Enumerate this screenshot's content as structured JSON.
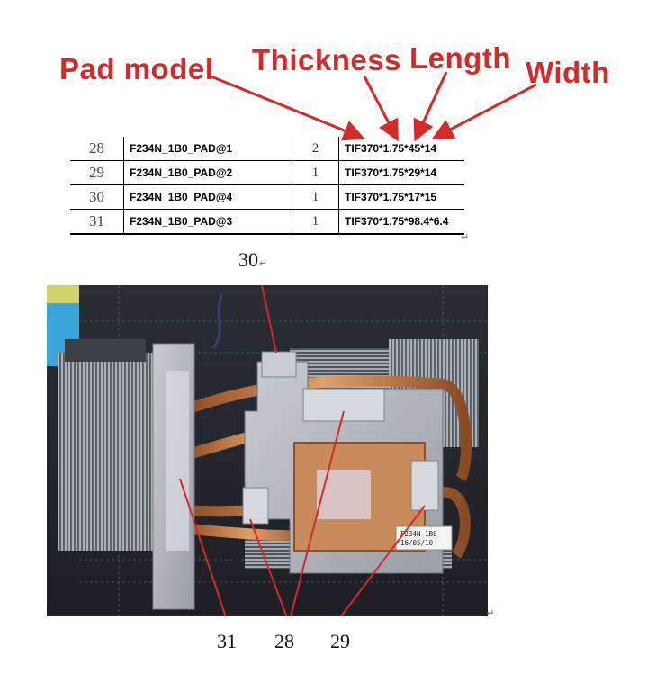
{
  "labels": {
    "pad_model": "Pad model",
    "thickness": "Thickness",
    "length": "Length",
    "width": "Width"
  },
  "table": {
    "rows": [
      {
        "no": "28",
        "name": "F234N_1B0_PAD@1",
        "qty": "2",
        "spec": "TIF370*1.75*45*14"
      },
      {
        "no": "29",
        "name": "F234N_1B0_PAD@2",
        "qty": "1",
        "spec": "TIF370*1.75*29*14"
      },
      {
        "no": "30",
        "name": "F234N_1B0_PAD@4",
        "qty": "1",
        "spec": "TIF370*1.75*17*15"
      },
      {
        "no": "31",
        "name": "F234N_1B0_PAD@3",
        "qty": "1",
        "spec": "TIF370*1.75*98.4*6.4"
      }
    ]
  },
  "photo": {
    "sticker_line1": "F234N-1B0",
    "sticker_line2": "16/05/10"
  },
  "callouts": {
    "c30": "30",
    "c31": "31",
    "c28": "28",
    "c29": "29"
  },
  "colors": {
    "annotation_red": "#d42a2a",
    "background": "#ffffff"
  }
}
